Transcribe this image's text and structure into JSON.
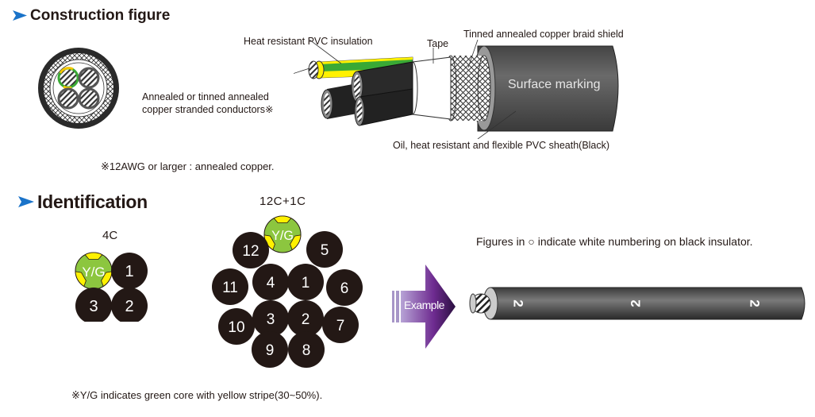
{
  "construction": {
    "title": "Construction figure",
    "labels": {
      "insulation": "Heat resistant PVC insulation",
      "tape": "Tape",
      "braid": "Tinned annealed copper braid shield",
      "conductors_line1": "Annealed or tinned annealed",
      "conductors_line2": "copper stranded conductors※",
      "surface_marking": "Surface marking",
      "sheath": "Oil, heat resistant and flexible PVC sheath(Black)"
    },
    "footnote": "※12AWG or larger : annealed copper."
  },
  "identification": {
    "title": "Identification",
    "config_4c": {
      "label": "4C",
      "cores": [
        {
          "id": "Y/G",
          "type": "ground"
        },
        {
          "id": "1",
          "type": "black"
        },
        {
          "id": "3",
          "type": "black"
        },
        {
          "id": "2",
          "type": "black"
        }
      ]
    },
    "config_12c": {
      "label": "12C+1C",
      "cores": [
        {
          "id": "Y/G",
          "type": "ground"
        },
        {
          "id": "12",
          "type": "black"
        },
        {
          "id": "5",
          "type": "black"
        },
        {
          "id": "4",
          "type": "black"
        },
        {
          "id": "1",
          "type": "black"
        },
        {
          "id": "11",
          "type": "black"
        },
        {
          "id": "6",
          "type": "black"
        },
        {
          "id": "3",
          "type": "black"
        },
        {
          "id": "2",
          "type": "black"
        },
        {
          "id": "10",
          "type": "black"
        },
        {
          "id": "7",
          "type": "black"
        },
        {
          "id": "9",
          "type": "black"
        },
        {
          "id": "8",
          "type": "black"
        }
      ]
    },
    "example_label": "Example",
    "example_note": "Figures in ○ indicate white numbering on black insulator.",
    "example_marking": "2",
    "footnote": "※Y/G indicates green core with yellow stripe(30~50%)."
  },
  "colors": {
    "accent_arrow": "#1a73c9",
    "ground_green": "#8cc63f",
    "ground_yellow": "#fff100",
    "core_black": "#231815",
    "example_purple": "#6b2a8c"
  }
}
